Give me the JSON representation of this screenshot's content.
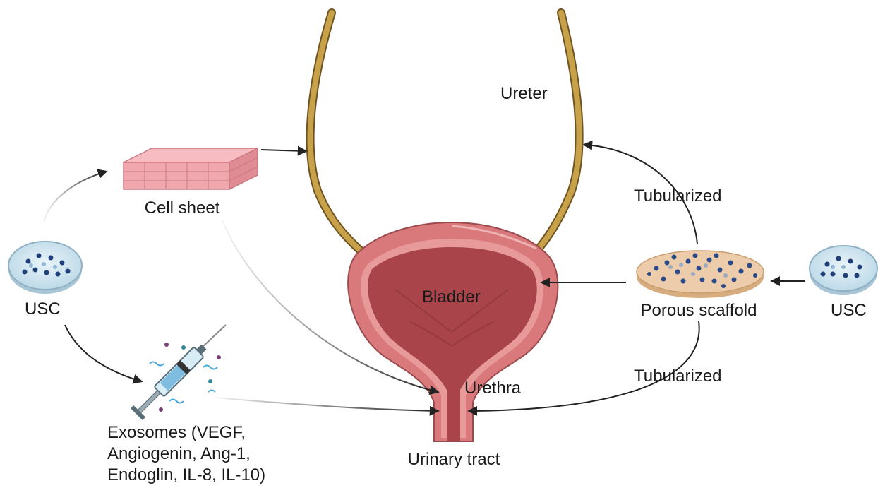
{
  "labels": {
    "ureter": "Ureter",
    "bladder": "Bladder",
    "urethra": "Urethra",
    "urinary_tract": "Urinary tract",
    "cell_sheet": "Cell sheet",
    "usc_left": "USC",
    "usc_right": "USC",
    "porous_scaffold": "Porous scaffold",
    "tubularized_top": "Tubularized",
    "tubularized_bottom": "Tubularized",
    "exosomes_line1": "Exosomes (VEGF,",
    "exosomes_line2": "Angiogenin, Ang-1,",
    "exosomes_line3": "Endoglin, IL-8, IL-10)"
  },
  "colors": {
    "ureter": "#c7a24a",
    "bladder_wall": "#d9797b",
    "bladder_lumen": "#a9454a",
    "cell_sheet": "#f0a7ae",
    "petri": "#cde4ef",
    "cell_dot": "#1e3f7a",
    "scaffold": "#e6c29a",
    "arrow": "#222222"
  }
}
